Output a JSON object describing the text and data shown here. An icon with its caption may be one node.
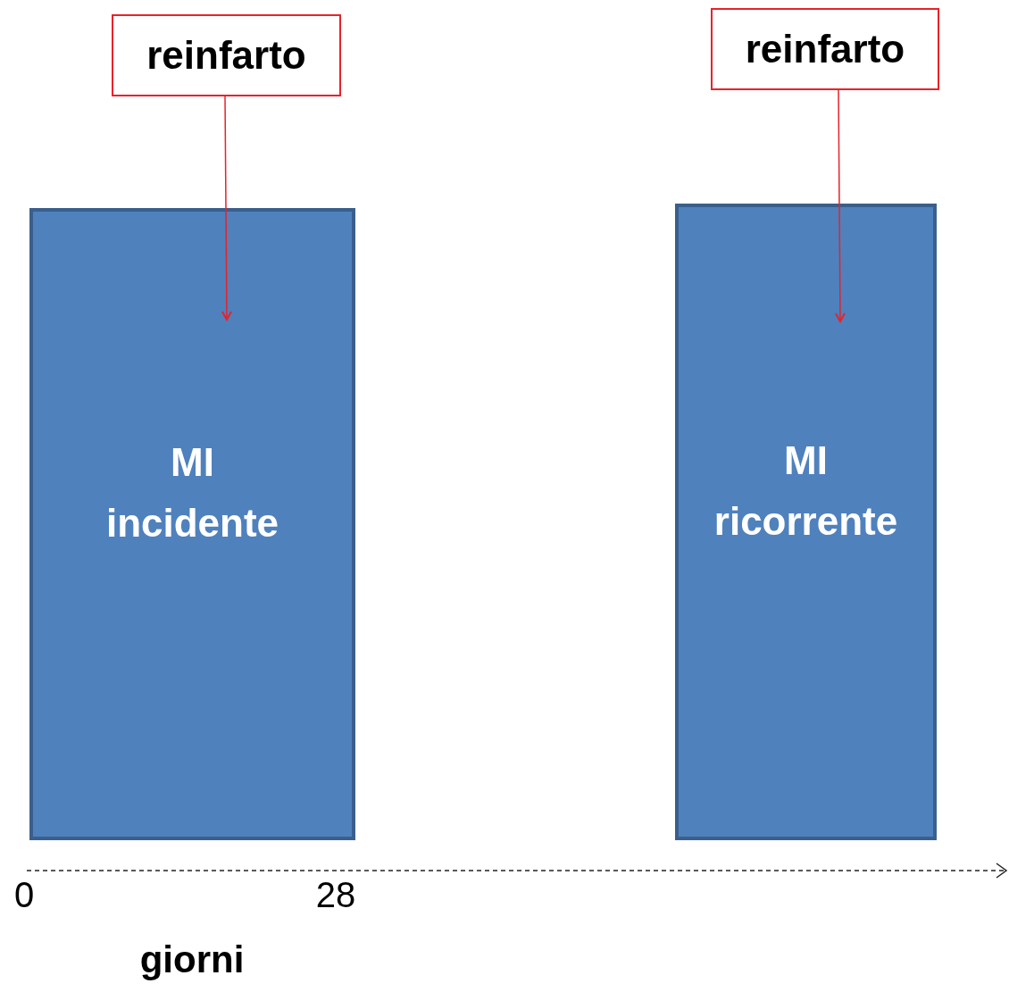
{
  "diagram": {
    "nodes": [
      {
        "text": [
          "reinfarto"
        ]
      },
      {
        "text": [
          "reinfarto"
        ]
      },
      {
        "text": [
          "MI",
          "incidente"
        ]
      },
      {
        "text": [
          "MI",
          "ricorrente"
        ]
      }
    ],
    "edges": [
      {
        "from": 0,
        "to": 2,
        "arrow": "to"
      },
      {
        "from": 1,
        "to": 3,
        "arrow": "to"
      }
    ],
    "labels": [
      "0",
      "28",
      "giorni"
    ]
  }
}
